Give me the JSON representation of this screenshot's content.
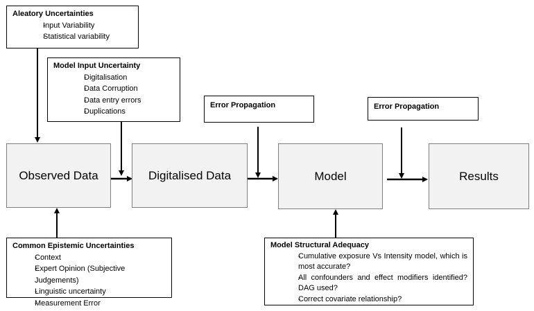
{
  "aleatory": {
    "title": "Aleatory Uncertainties",
    "items": [
      "Input Variability",
      "Statistical variability"
    ]
  },
  "model_input": {
    "title": "Model Input Uncertainty",
    "items": [
      "Digitalisation",
      "Data Corruption",
      "Data entry errors",
      "Duplications"
    ]
  },
  "error_prop_1": {
    "title": "Error Propagation"
  },
  "error_prop_2": {
    "title": "Error Propagation"
  },
  "stages": {
    "observed": "Observed Data",
    "digitalised": "Digitalised Data",
    "model": "Model",
    "results": "Results"
  },
  "epistemic": {
    "title": "Common Epistemic Uncertainties",
    "items": [
      "Context",
      "Expert Opinion (Subjective Judgements)",
      "Linguistic uncertainty",
      "Measurement Error"
    ]
  },
  "structural": {
    "title": "Model Structural Adequacy",
    "items": [
      "Cumulative exposure Vs Intensity model, which is most accurate?",
      "All confounders and effect modifiers identified? DAG used?",
      "Correct covariate relationship?"
    ]
  }
}
